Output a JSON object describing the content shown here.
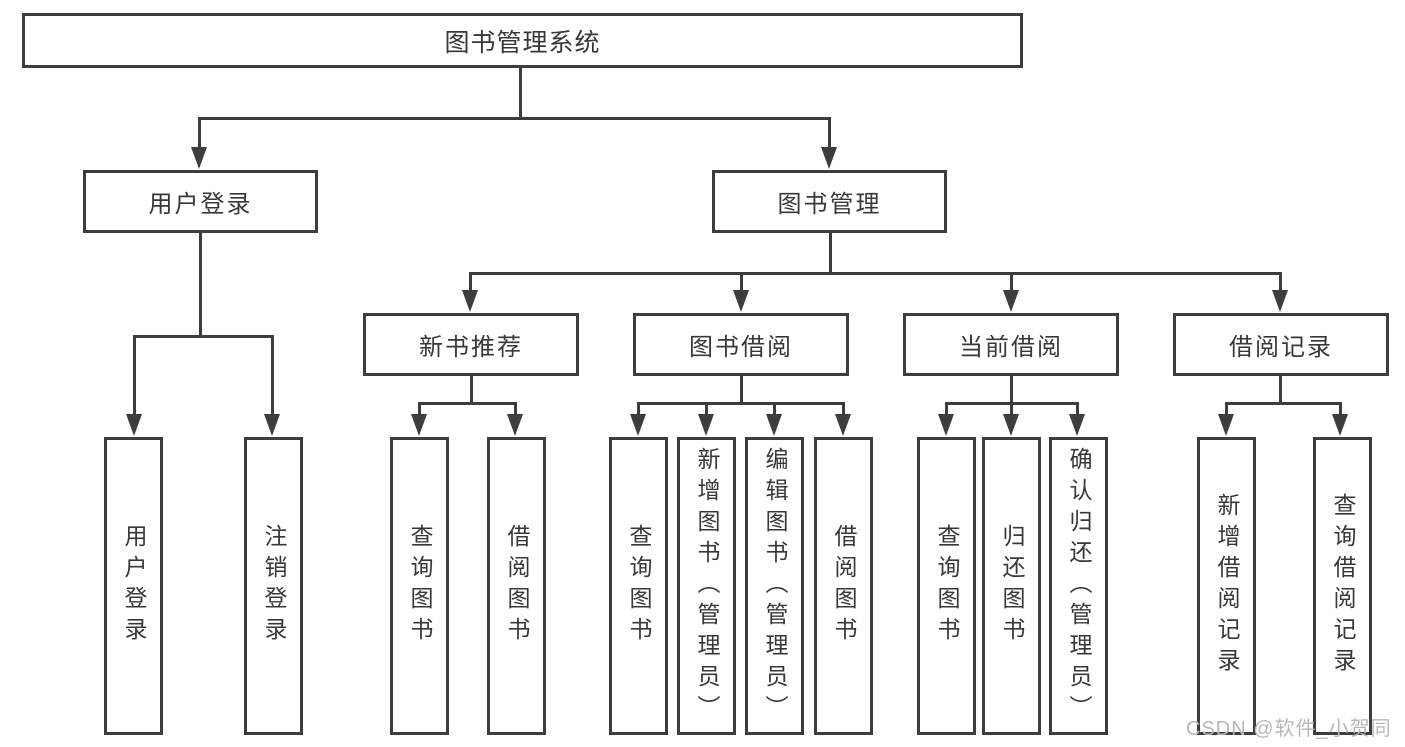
{
  "diagram": {
    "type": "hierarchy-tree",
    "title": "图书管理系统",
    "watermark": "CSDN @软件_小贺同学",
    "colors": {
      "line": "#3d3d3d",
      "border": "#3d3d3d",
      "text": "#383838",
      "background": "#ffffff",
      "watermark": "#b8b8b8"
    },
    "nodes": {
      "root": {
        "label": "图书管理系统"
      },
      "userLogin": {
        "label": "用户登录"
      },
      "bookMgmt": {
        "label": "图书管理"
      },
      "newBook": {
        "label": "新书推荐"
      },
      "bookBorrow": {
        "label": "图书借阅"
      },
      "currentBorrow": {
        "label": "当前借阅"
      },
      "borrowRecord": {
        "label": "借阅记录"
      },
      "leaves": [
        {
          "label": "用户登录"
        },
        {
          "label": "注销登录"
        },
        {
          "label": "查询图书"
        },
        {
          "label": "借阅图书"
        },
        {
          "label": "查询图书"
        },
        {
          "label": "新增图书（管理员）"
        },
        {
          "label": "编辑图书（管理员）"
        },
        {
          "label": "借阅图书"
        },
        {
          "label": "查询图书"
        },
        {
          "label": "归还图书"
        },
        {
          "label": "确认归还（管理员）"
        },
        {
          "label": "新增借阅记录"
        },
        {
          "label": "查询借阅记录"
        }
      ]
    },
    "hierarchy": {
      "图书管理系统": [
        "用户登录",
        "图书管理"
      ],
      "用户登录": [
        "用户登录",
        "注销登录"
      ],
      "图书管理": [
        "新书推荐",
        "图书借阅",
        "当前借阅",
        "借阅记录"
      ],
      "新书推荐": [
        "查询图书",
        "借阅图书"
      ],
      "图书借阅": [
        "查询图书",
        "新增图书（管理员）",
        "编辑图书（管理员）",
        "借阅图书"
      ],
      "当前借阅": [
        "查询图书",
        "归还图书",
        "确认归还（管理员）"
      ],
      "借阅记录": [
        "新增借阅记录",
        "查询借阅记录"
      ]
    }
  }
}
